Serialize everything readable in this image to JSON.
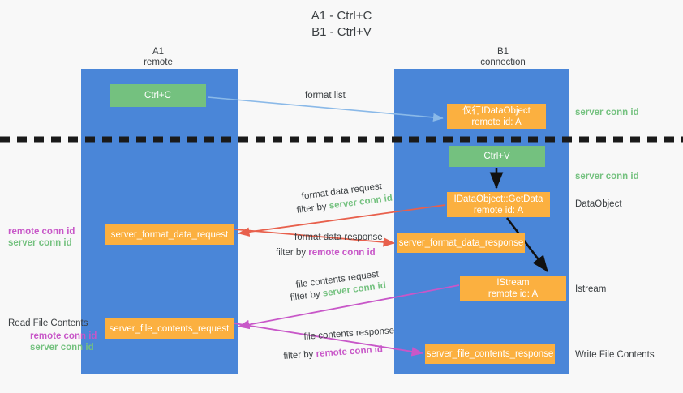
{
  "title": {
    "line1": "A1 - Ctrl+C",
    "line2": "B1 - Ctrl+V"
  },
  "lanes": {
    "left": {
      "name": "A1",
      "role": "remote"
    },
    "right": {
      "name": "B1",
      "role": "connection"
    }
  },
  "nodes": {
    "ctrl_c": {
      "label": "Ctrl+C"
    },
    "idataobject": {
      "line1": "仅行IDataObject",
      "line2": "remote id: A"
    },
    "ctrl_v": {
      "label": "Ctrl+V"
    },
    "getdata": {
      "line1": "IDataObject::GetData",
      "line2": "remote id: A"
    },
    "istream": {
      "line1": "IStream",
      "line2": "remote id: A"
    },
    "server_format_data_request": {
      "label": "server_format_data_request"
    },
    "server_format_data_response": {
      "label": "server_format_data_response"
    },
    "server_file_contents_request": {
      "label": "server_file_contents_request"
    },
    "server_file_contents_response": {
      "label": "server_file_contents_response"
    }
  },
  "edges": {
    "format_list": {
      "label": "format list"
    },
    "format_data_request": {
      "label": "format data request",
      "filter_prefix": "filter by ",
      "filter_target": "server conn id"
    },
    "format_data_response": {
      "label": "format data response",
      "filter_prefix": "filter by ",
      "filter_target": "remote conn id"
    },
    "file_contents_request": {
      "label": "file contents request",
      "filter_prefix": "filter by ",
      "filter_target": "server conn id"
    },
    "file_contents_response": {
      "label": "file contents response",
      "filter_prefix": "filter by ",
      "filter_target": "remote conn id"
    }
  },
  "annotations": {
    "server_conn_id": "server conn id",
    "remote_conn_id": "remote conn id",
    "dataobject": "DataObject",
    "istream": "Istream",
    "read_file_contents": "Read File Contents",
    "write_file_contents": "Write File Contents"
  },
  "colors": {
    "lane": "#4a86d8",
    "green_node": "#74c17f",
    "orange_node": "#fbb040",
    "remote_conn": "#c857c8",
    "server_conn": "#74c17f",
    "arrow_blue": "#8ab9e8",
    "arrow_red": "#e8604c",
    "arrow_magenta": "#c857c8",
    "arrow_dark": "#000000",
    "background": "#f8f8f8"
  }
}
